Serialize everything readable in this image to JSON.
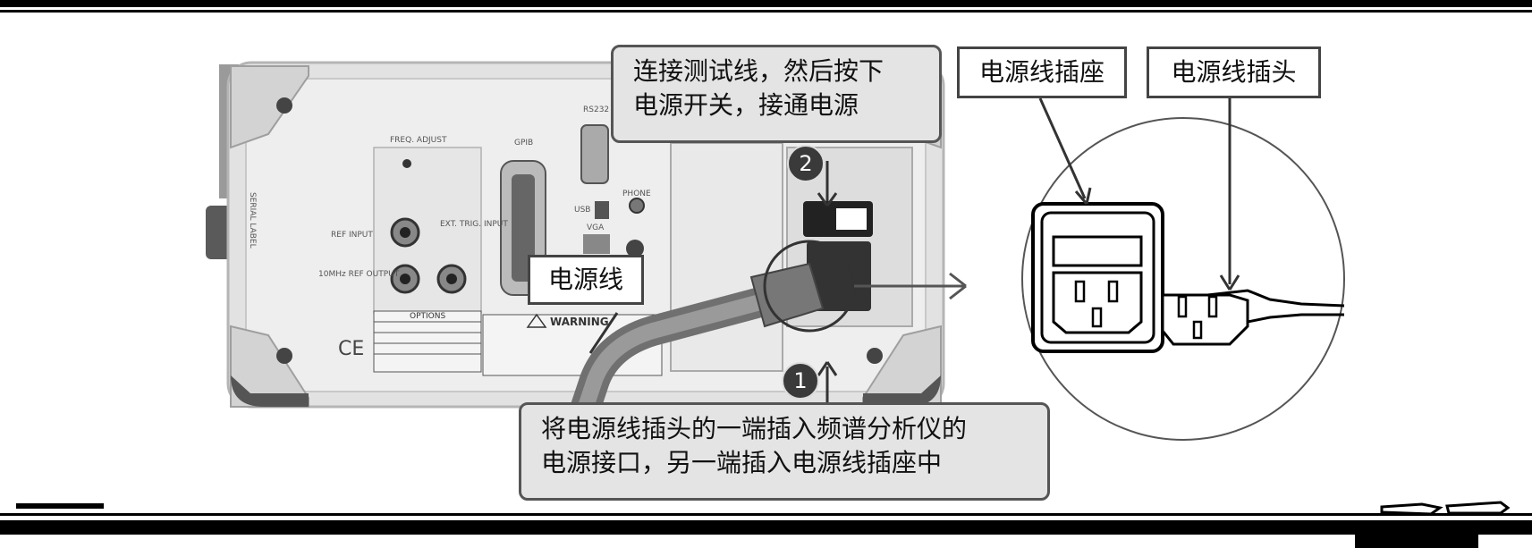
{
  "callouts": {
    "step2_line1": "连接测试线，然后按下",
    "step2_line2": "电源开关，接通电源",
    "step1_line1": "将电源线插头的一端插入频谱分析仪的",
    "step1_line2": "电源接口，另一端插入电源线插座中",
    "power_cord": "电源线",
    "power_socket": "电源线插座",
    "power_plug": "电源线插头"
  },
  "badges": {
    "one": "1",
    "two": "2"
  },
  "panel_labels": {
    "freq_adjust": "FREQ. ADJUST",
    "ref_input": "REF INPUT",
    "ext_trig": "EXT. TRIG. INPUT",
    "ref_output": "10MHz REF OUTPUT",
    "gpib": "GPIB",
    "rs232": "RS232",
    "usb": "USB",
    "vga": "VGA",
    "phone": "PHONE",
    "options": "OPTIONS",
    "warning": "WARNING",
    "ce": "CE",
    "serial": "SERIAL LABEL"
  }
}
